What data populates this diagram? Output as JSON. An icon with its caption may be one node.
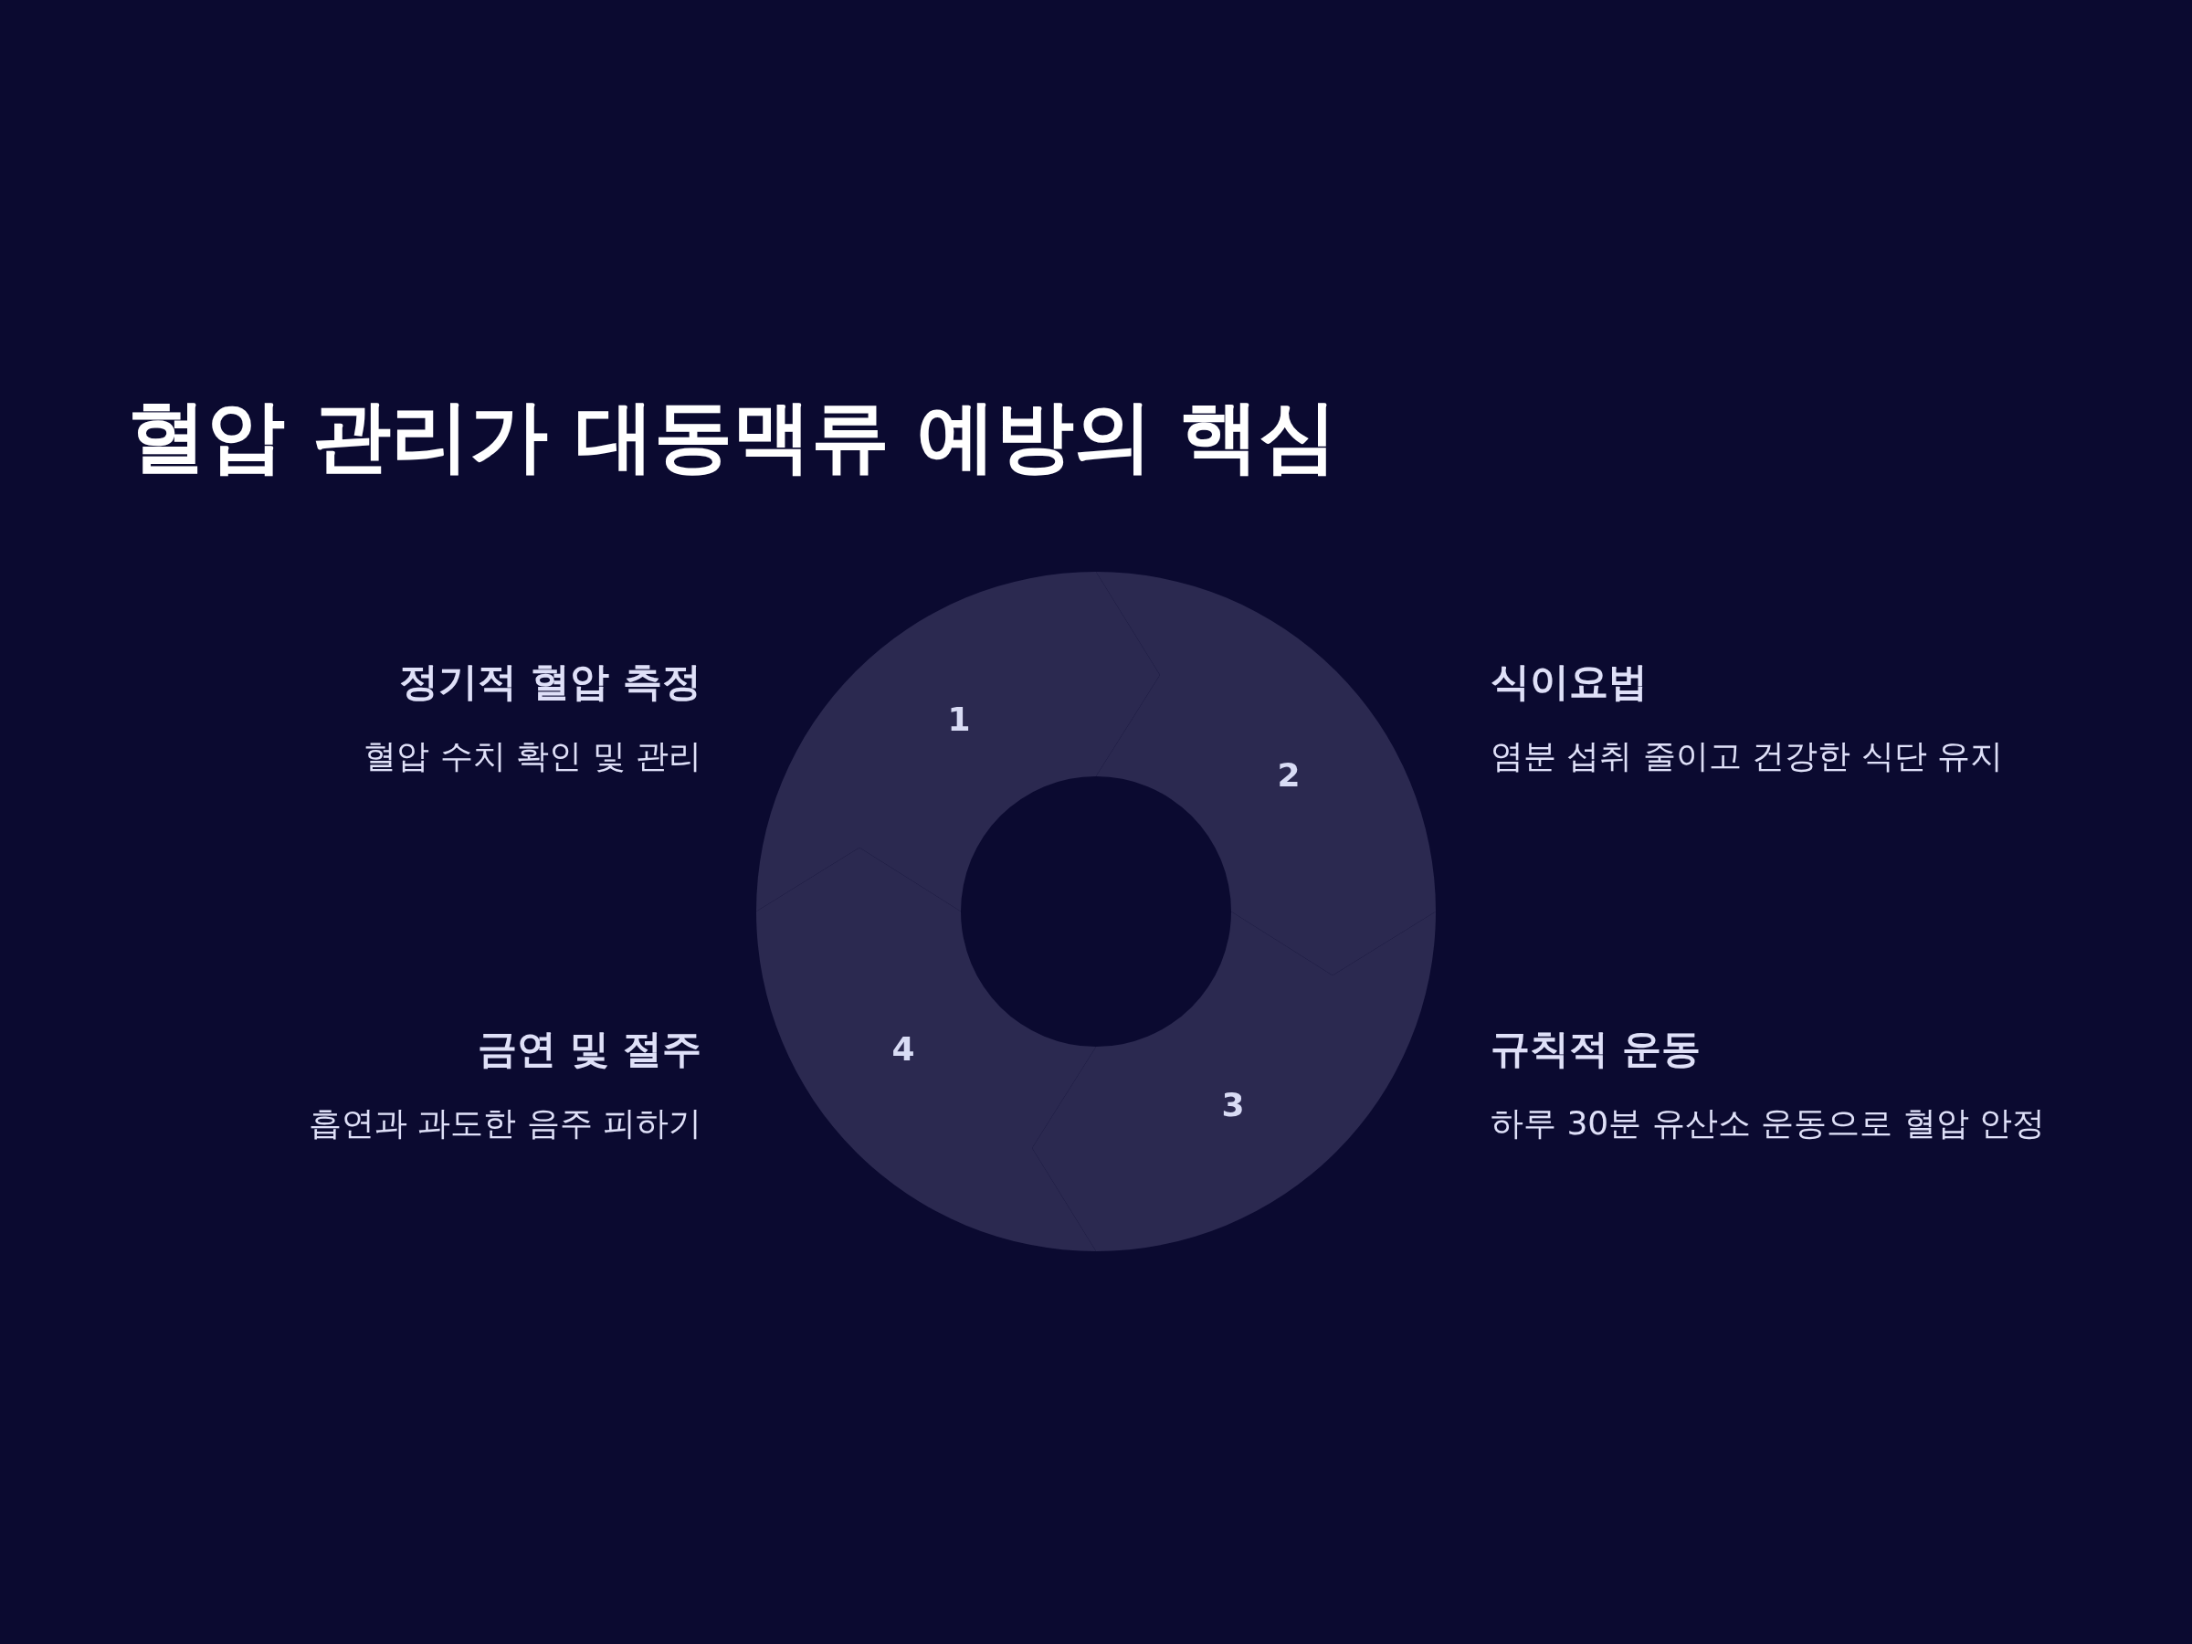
{
  "diagram": {
    "title": "혈압 관리가 대동맥류 예방의 핵심",
    "nodes": [
      {
        "text": [
          "1"
        ],
        "beside": [
          "정기적 혈압 측정",
          "혈압 수치 확인 및 관리"
        ]
      },
      {
        "text": [
          "2"
        ],
        "beside": [
          "식이요법",
          "염분 섭취 줄이고 건강한 식단 유지"
        ]
      },
      {
        "text": [
          "3"
        ],
        "beside": [
          "규칙적 운동",
          "하루 30분 유산소 운동으로 혈압 안정"
        ]
      },
      {
        "text": [
          "4"
        ],
        "beside": [
          "금연 및 절주",
          "흡연과 과도한 음주 피하기"
        ]
      }
    ]
  }
}
